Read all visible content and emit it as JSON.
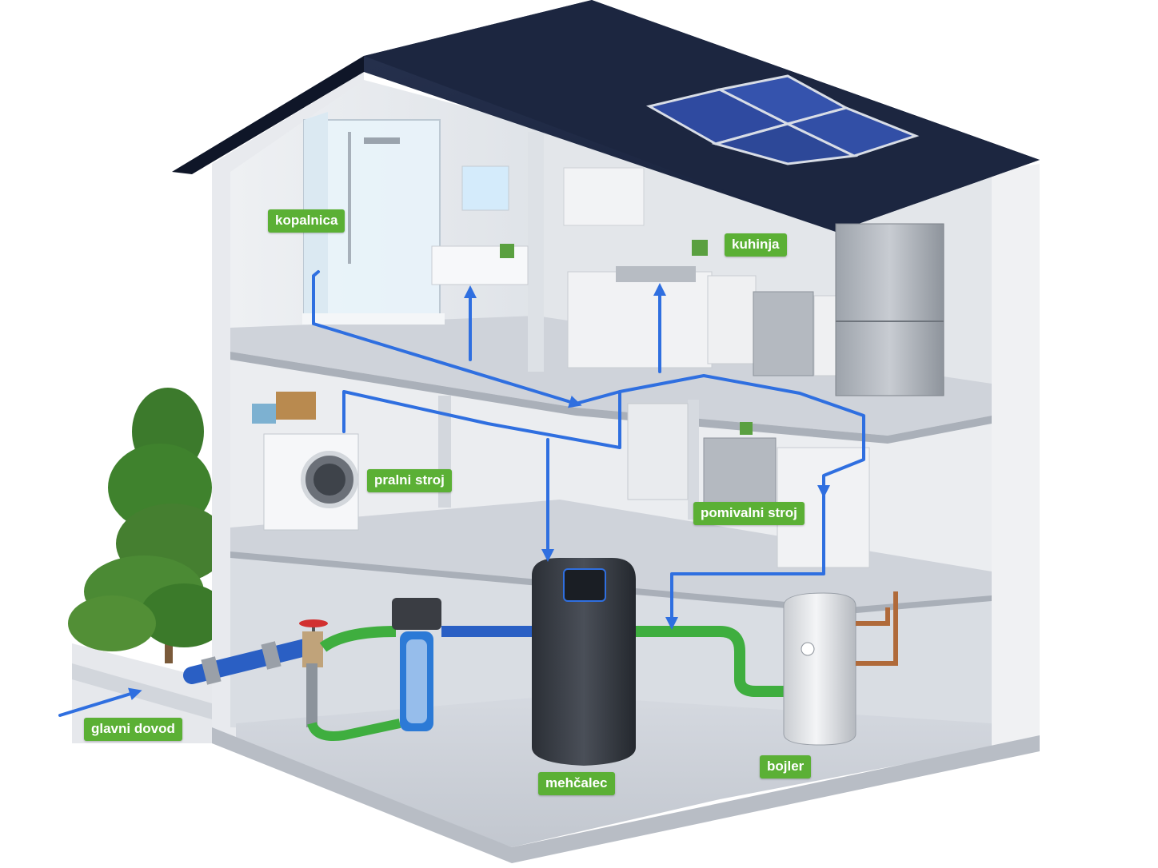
{
  "labels": {
    "bathroom": "kopalnica",
    "kitchen": "kuhinja",
    "washing_machine": "pralni stroj",
    "dishwasher": "pomivalni stroj",
    "main_supply": "glavni dovod",
    "softener": "mehčalec",
    "boiler": "bojler"
  },
  "colors": {
    "label_bg": "#5bb035",
    "water_line": "#2f6fe0",
    "roof": "#1f2a44",
    "green_pipe": "#3fae3f",
    "blue_pipe": "#2a5fc4"
  }
}
